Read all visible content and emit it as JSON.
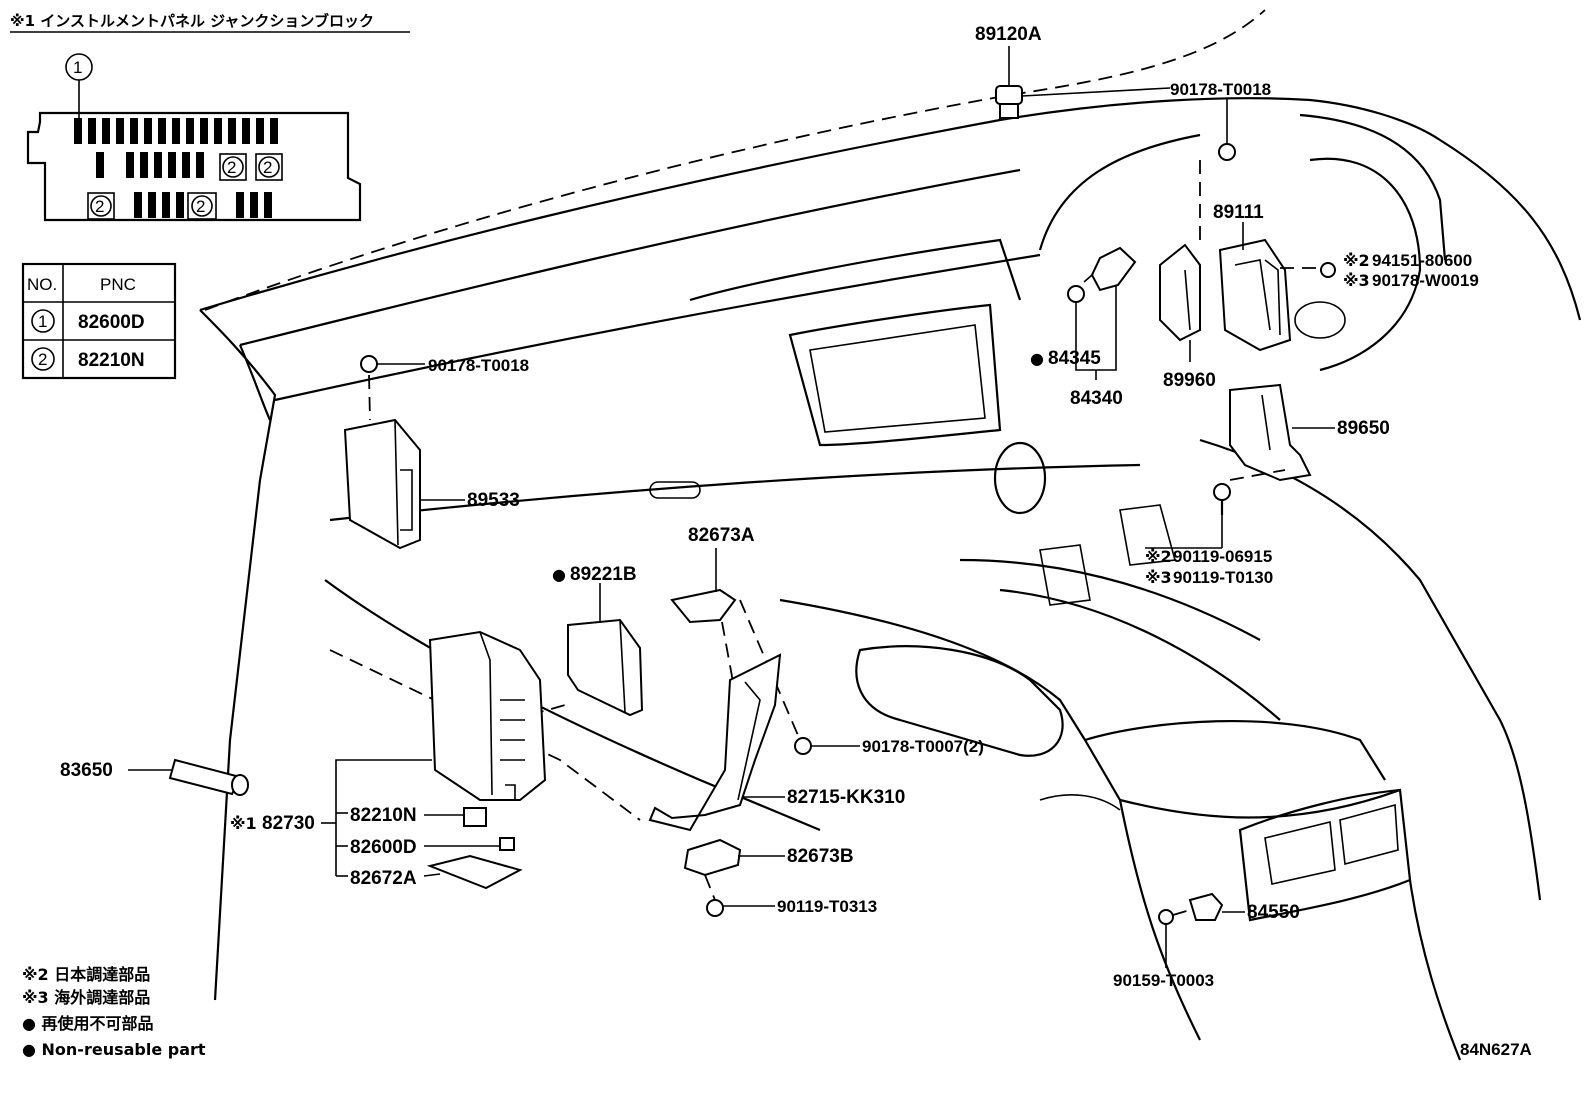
{
  "title": "※1 インストルメントパネル ジャンクションブロック",
  "fuse_block": {
    "callout": "1",
    "markers": [
      "2",
      "2",
      "2",
      "2"
    ]
  },
  "pnc_table": {
    "headers": [
      "NO.",
      "PNC"
    ],
    "rows": [
      {
        "no": "1",
        "pnc": "82600D"
      },
      {
        "no": "2",
        "pnc": "82210N"
      }
    ]
  },
  "labels": {
    "p89120A": "89120A",
    "p90178T0018_top": "90178-T0018",
    "p89111": "89111",
    "p94151": "94151-80600",
    "p90178W0019": "90178-W0019",
    "p84345": "84345",
    "p84340": "84340",
    "p89960": "89960",
    "p89650": "89650",
    "p90178T0018_left": "90178-T0018",
    "p89533": "89533",
    "p82673A": "82673A",
    "p89221B": "89221B",
    "p90119_06915": "90119-06915",
    "p90119_T0130": "90119-T0130",
    "p90178_T0007": "90178-T0007(2)",
    "p83650": "83650",
    "p82730": "82730",
    "p82210N": "82210N",
    "p82600D": "82600D",
    "p82672A": "82672A",
    "p82715": "82715-KK310",
    "p82673B": "82673B",
    "p90119_T0313": "90119-T0313",
    "p84550": "84550",
    "p90159_T0003": "90159-T0003"
  },
  "marks": {
    "note2": "※2",
    "note3": "※3",
    "note1": "※1",
    "bullet": "●"
  },
  "legend": {
    "l2": "※2 日本調達部品",
    "l3": "※3 海外調達部品",
    "l_jp": "● 再使用不可部品",
    "l_en": "● Non-reusable part"
  },
  "illustration_id": "84N627A"
}
